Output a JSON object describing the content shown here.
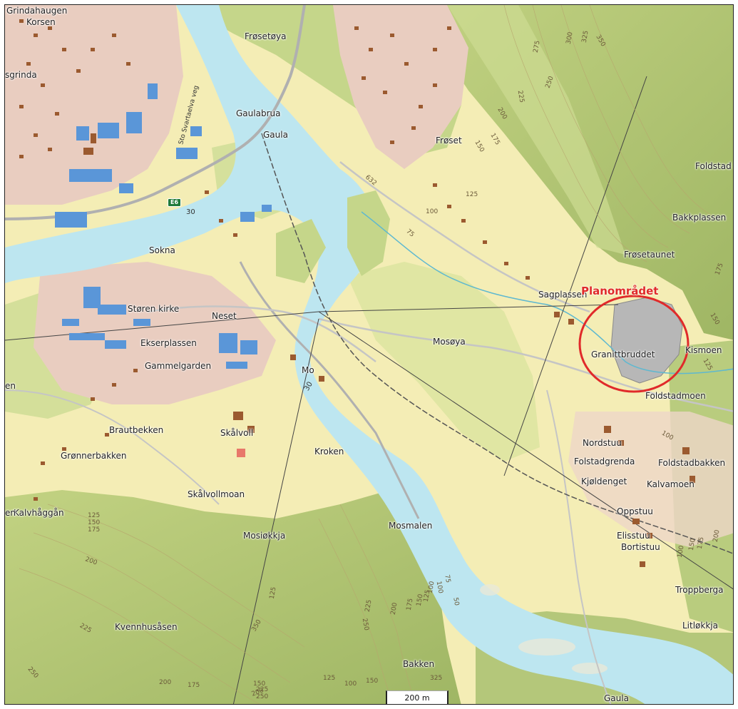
{
  "map": {
    "place_labels": [
      {
        "key": "grindahaugen",
        "text": "Grindahaugen"
      },
      {
        "key": "korsen",
        "text": "Korsen"
      },
      {
        "key": "sgrinda",
        "text": "sgrinda"
      },
      {
        "key": "frosetoya",
        "text": "Frøsetøya"
      },
      {
        "key": "gaulabrua",
        "text": "Gaulabrua"
      },
      {
        "key": "gaula-north",
        "text": "Gaula"
      },
      {
        "key": "froset",
        "text": "Frøset"
      },
      {
        "key": "foldstad",
        "text": "Foldstad"
      },
      {
        "key": "bakkplassen",
        "text": "Bakkplassen"
      },
      {
        "key": "frosetaunet",
        "text": "Frøsetaunet"
      },
      {
        "key": "sagplassen",
        "text": "Sagplassen"
      },
      {
        "key": "sokna",
        "text": "Sokna"
      },
      {
        "key": "storen-kirke",
        "text": "Støren kirke"
      },
      {
        "key": "neset",
        "text": "Neset"
      },
      {
        "key": "ekserplassen",
        "text": "Ekserplassen"
      },
      {
        "key": "gammelgarden",
        "text": "Gammelgarden"
      },
      {
        "key": "mo",
        "text": "Mo"
      },
      {
        "key": "mosoya",
        "text": "Mosøya"
      },
      {
        "key": "granittbruddet",
        "text": "Granittbruddet"
      },
      {
        "key": "kismoen",
        "text": "Kismoen"
      },
      {
        "key": "foldstadmoen",
        "text": "Foldstadmoen"
      },
      {
        "key": "brautbekken",
        "text": "Brautbekken"
      },
      {
        "key": "skalvoll",
        "text": "Skålvoll"
      },
      {
        "key": "gronnerbakken",
        "text": "Grønnerbakken"
      },
      {
        "key": "kroken",
        "text": "Kroken"
      },
      {
        "key": "nordstuu",
        "text": "Nordstuu"
      },
      {
        "key": "folstadgrenda",
        "text": "Folstadgrenda"
      },
      {
        "key": "foldstadbakken",
        "text": "Foldstadbakken"
      },
      {
        "key": "kjoldenget",
        "text": "Kjøldenget"
      },
      {
        "key": "kalvamoen",
        "text": "Kalvamoen"
      },
      {
        "key": "skalvollmoan",
        "text": "Skålvollmoan"
      },
      {
        "key": "kalvhaggan",
        "text": "Kalvhåggån"
      },
      {
        "key": "oppstuu",
        "text": "Oppstuu"
      },
      {
        "key": "mosmalen",
        "text": "Mosmalen"
      },
      {
        "key": "mosiokkja",
        "text": "Mosiøkkja"
      },
      {
        "key": "elisstuu",
        "text": "Elisstuu"
      },
      {
        "key": "bortistuu",
        "text": "Bortistuu"
      },
      {
        "key": "troppberga",
        "text": "Troppberga"
      },
      {
        "key": "kvennhusasen",
        "text": "Kvennhusåsen"
      },
      {
        "key": "litlokkja",
        "text": "Litløkkja"
      },
      {
        "key": "bakken",
        "text": "Bakken"
      },
      {
        "key": "gaula-south",
        "text": "Gaula"
      },
      {
        "key": "en-west",
        "text": "en"
      },
      {
        "key": "en-southwest",
        "text": "en"
      }
    ],
    "contour_labels": [
      "275",
      "300",
      "325",
      "350",
      "250",
      "225",
      "200",
      "175",
      "150",
      "125",
      "100",
      "75",
      "632",
      "175",
      "150",
      "125",
      "100",
      "125",
      "150",
      "175",
      "200",
      "225",
      "250",
      "350",
      "200",
      "150",
      "125",
      "100",
      "75",
      "50",
      "225",
      "250",
      "200",
      "175",
      "150",
      "125",
      "100",
      "225",
      "250",
      "100",
      "150",
      "175",
      "200",
      "325",
      "125",
      "100",
      "150",
      "175",
      "200"
    ],
    "road_badge": "E6",
    "road_number": "30",
    "road_number_2": "30",
    "street_label": "Sto Svartaelva veg",
    "highlight": {
      "label": "Planområdet",
      "color": "#e02a2a"
    },
    "scalebar": {
      "label": "200 m"
    },
    "colors": {
      "farmland": "#f4edb5",
      "forest": "#c9d98e",
      "terrain": "#b4c77a",
      "river": "#bde6f0",
      "settlement": "#e9cdc0",
      "building": "#9b5a2f",
      "industrial": "#5a96d8",
      "road": "#b0b0b0",
      "contour": "#b7a56d"
    }
  }
}
